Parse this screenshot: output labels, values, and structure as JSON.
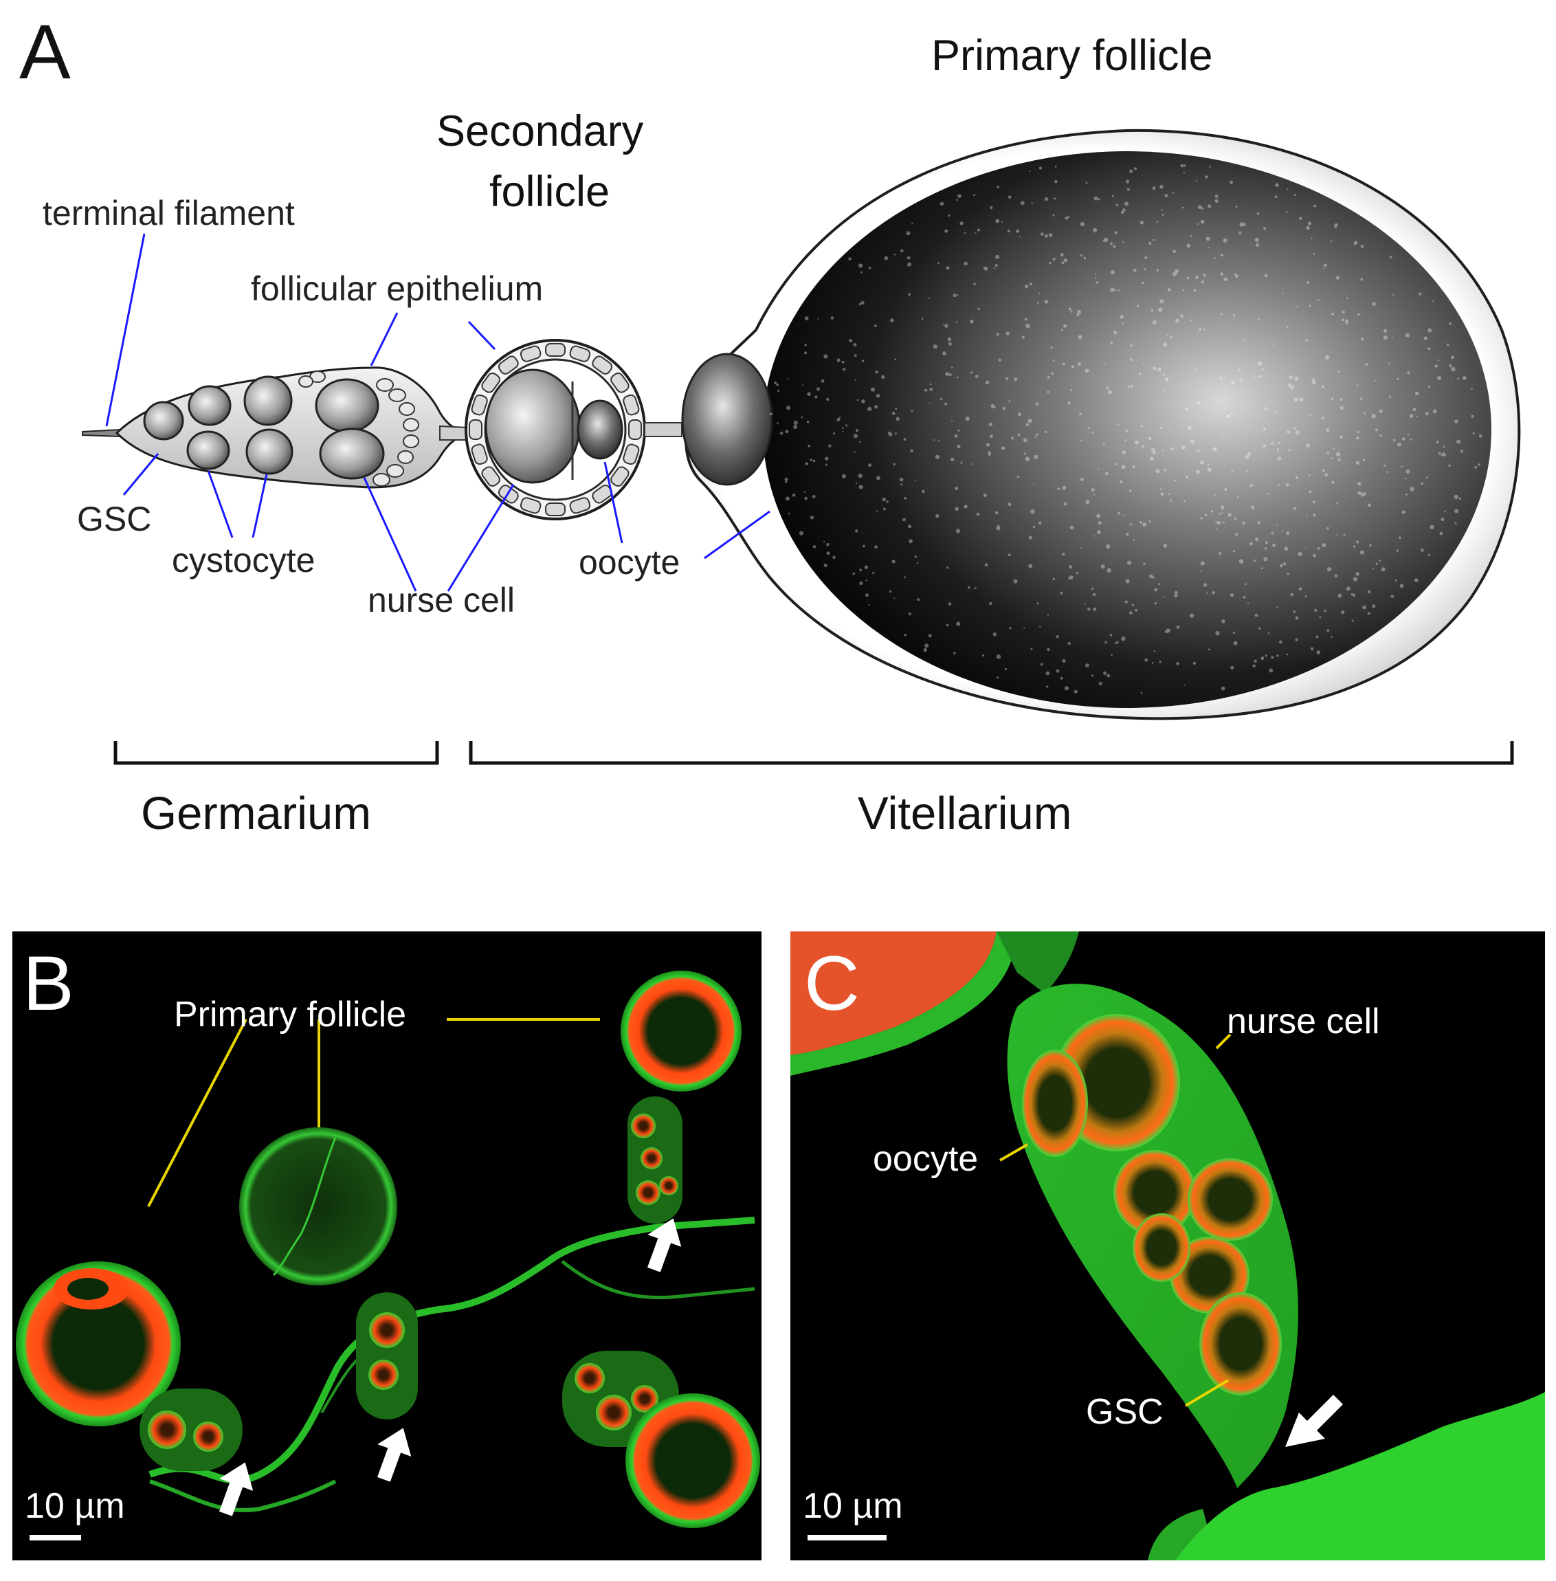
{
  "panel_a": {
    "letter": "A",
    "headings": {
      "primary": "Primary follicle",
      "secondary_line1": "Secondary",
      "secondary_line2": "follicle"
    },
    "labels": {
      "terminal_filament": "terminal filament",
      "follicular_epithelium": "follicular epithelium",
      "gsc": "GSC",
      "cystocyte": "cystocyte",
      "nurse_cell": "nurse cell",
      "oocyte": "oocyte"
    },
    "regions": {
      "germarium": "Germarium",
      "vitellarium": "Vitellarium"
    },
    "leader_color": "#1a1aff"
  },
  "panel_b": {
    "letter": "B",
    "label": "Primary follicle",
    "scale_bar": "10 µm",
    "leader_color": "#e8d400",
    "arrow_count": 3
  },
  "panel_c": {
    "letter": "C",
    "labels": {
      "nurse_cell": "nurse cell",
      "oocyte": "oocyte",
      "gsc": "GSC"
    },
    "scale_bar": "10 µm",
    "leader_color": "#e8d400",
    "arrow_count": 1
  },
  "colors": {
    "membrane_green": "#2fd12f",
    "cytoplasm_red": "#ff3a10",
    "cytoplasm_orange": "#ff7a1a",
    "nucleus_dark": "#0b2a08"
  }
}
